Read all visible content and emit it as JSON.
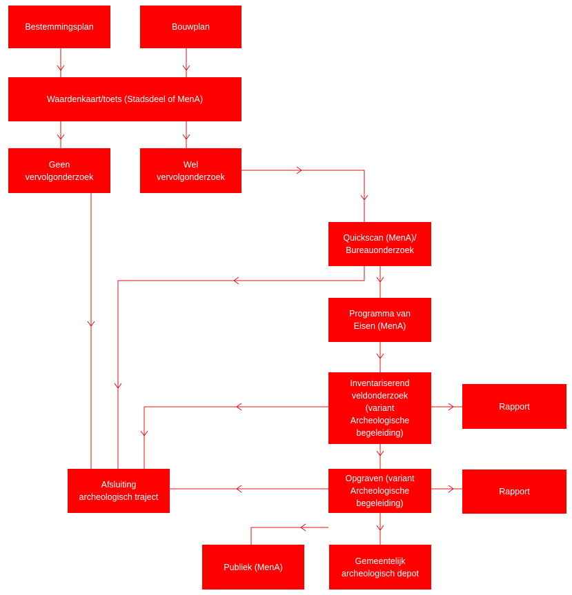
{
  "colors": {
    "node_fill": "#ff0000",
    "node_text": "#ffffff",
    "edge": "#e01010"
  },
  "nodes": {
    "bestemmingsplan": "Bestemmingsplan",
    "bouwplan": "Bouwplan",
    "waardenkaart": "Waardenkaart/toets (Stadsdeel of MenA)",
    "geen": "Geen\nvervolgonderzoek",
    "wel": "Wel\nvervolgonderzoek",
    "quickscan": "Quickscan (MenA)/\nBureauonderzoek",
    "programma": "Programma van\nEisen (MenA)",
    "inventariserend": "Inventariserend\nveldonderzoek\n(variant\nArcheologische\nbegeleiding)",
    "rapport1": "Rapport",
    "opgraven": "Opgraven (variant\nArcheologische\nbegeleiding)",
    "rapport2": "Rapport",
    "afsluiting": "Afsluiting\narcheologisch traject",
    "publiek": "Publiek (MenA)",
    "depot": "Gemeentelijk\narcheologisch depot"
  }
}
